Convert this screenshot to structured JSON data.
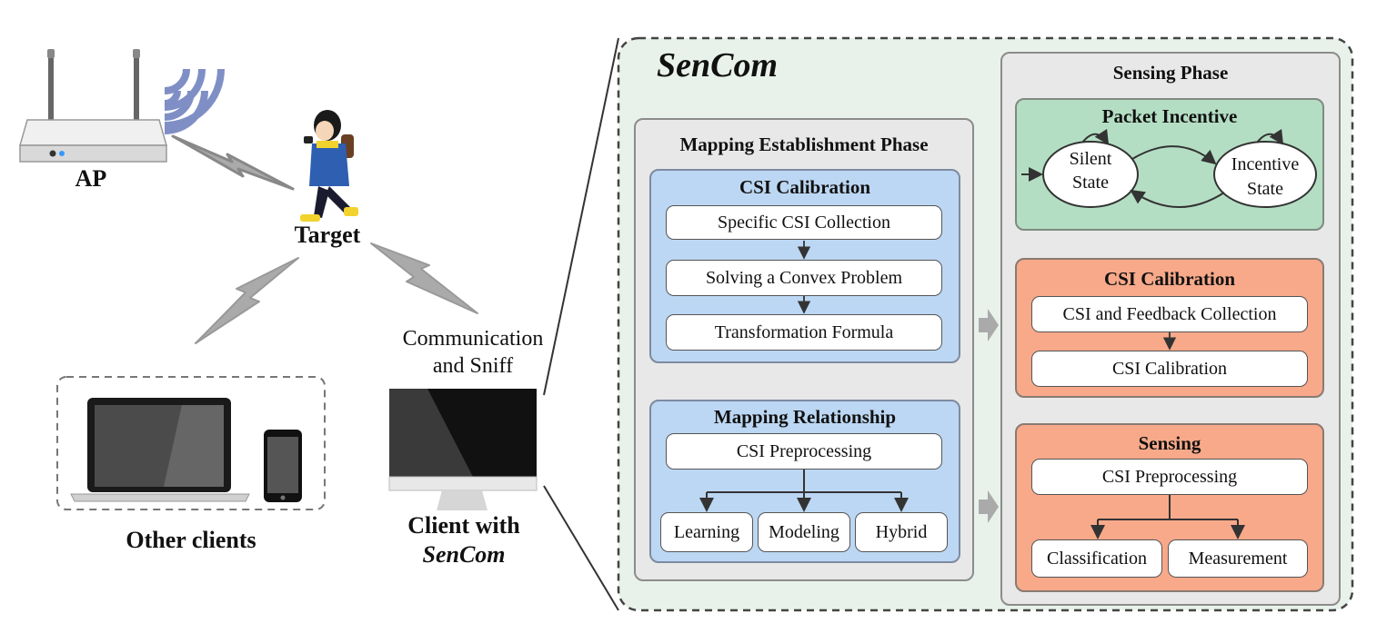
{
  "left": {
    "ap_label": "AP",
    "target_label": "Target",
    "other_clients_label": "Other clients",
    "comm_line1": "Communication",
    "comm_line2": "and Sniff",
    "client_line1": "Client with",
    "client_line2": "SenCom"
  },
  "sencom": {
    "title": "SenCom",
    "mapping_phase": {
      "title": "Mapping Establishment Phase",
      "calibration": {
        "title": "CSI Calibration",
        "steps": [
          "Specific CSI Collection",
          "Solving a Convex Problem",
          "Transformation Formula"
        ]
      },
      "relationship": {
        "title": "Mapping Relationship",
        "preprocess": "CSI Preprocessing",
        "methods": [
          "Learning",
          "Modeling",
          "Hybrid"
        ]
      }
    },
    "sensing_phase": {
      "title": "Sensing Phase",
      "packet": {
        "title": "Packet Incentive",
        "silent_1": "Silent",
        "silent_2": "State",
        "incentive_1": "Incentive",
        "incentive_2": "State"
      },
      "calibration": {
        "title": "CSI Calibration",
        "steps": [
          "CSI and Feedback Collection",
          "CSI Calibration"
        ]
      },
      "sensing": {
        "title": "Sensing",
        "preprocess": "CSI Preprocessing",
        "outputs": [
          "Classification",
          "Measurement"
        ]
      }
    }
  },
  "colors": {
    "container_bg": "#e8f2ea",
    "grey_panel": "#e8e8e8",
    "blue_panel": "#bcd7f3",
    "green_panel": "#b4dec3",
    "orange_panel": "#f8a98a",
    "wifi": "#7f8fc6"
  }
}
